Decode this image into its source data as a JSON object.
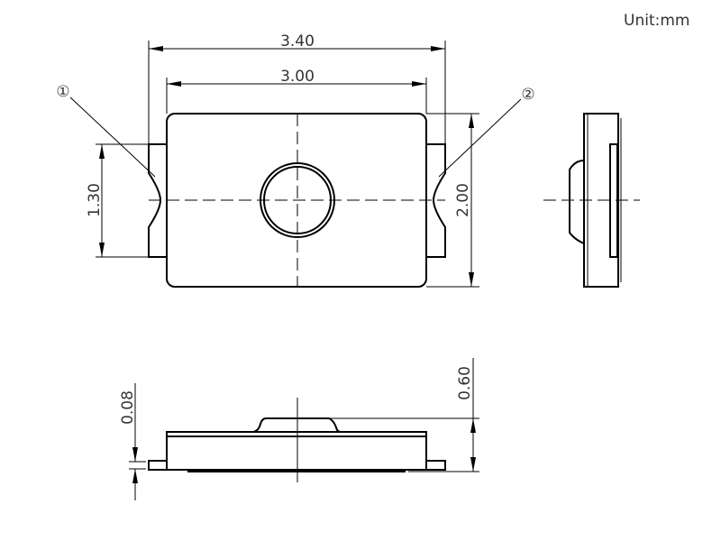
{
  "unit_label": "Unit:mm",
  "dimensions": {
    "overall_length": "3.40",
    "body_length": "3.00",
    "terminal_width": "1.30",
    "body_width": "2.00",
    "total_height": "0.60",
    "terminal_thickness": "0.08"
  },
  "callouts": {
    "pin1": "①",
    "pin2": "②"
  }
}
